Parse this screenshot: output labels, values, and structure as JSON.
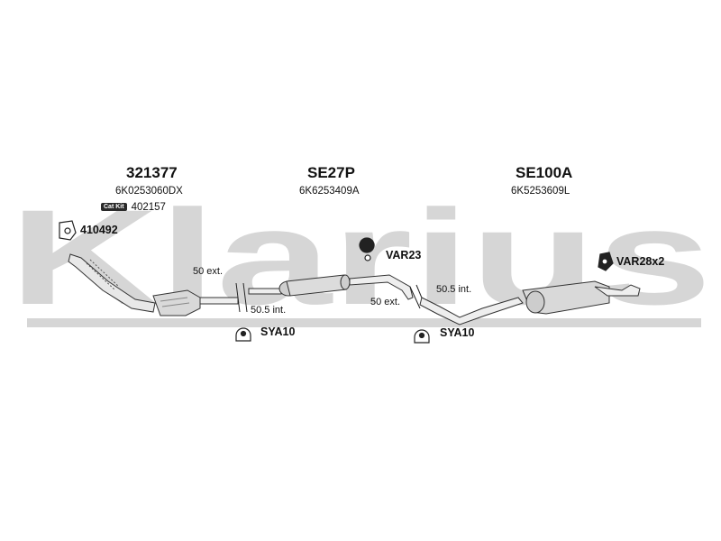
{
  "watermark": {
    "text": "Klarius",
    "color": "#d6d6d6"
  },
  "sections": [
    {
      "part_number": "321377",
      "oe_number": "6K0253060DX"
    },
    {
      "part_number": "SE27P",
      "oe_number": "6K6253409A"
    },
    {
      "part_number": "SE100A",
      "oe_number": "6K5253609L"
    }
  ],
  "cat_kit": {
    "badge": "Cat Kit",
    "number": "402157"
  },
  "fittings": [
    {
      "code": "410492"
    },
    {
      "code": "VAR23"
    },
    {
      "code": "VAR28x2"
    },
    {
      "code": "SYA10"
    },
    {
      "code": "SYA10"
    }
  ],
  "measurements": [
    {
      "text": "50 ext."
    },
    {
      "text": "50.5 int."
    },
    {
      "text": "50 ext."
    },
    {
      "text": "50.5 int."
    }
  ]
}
